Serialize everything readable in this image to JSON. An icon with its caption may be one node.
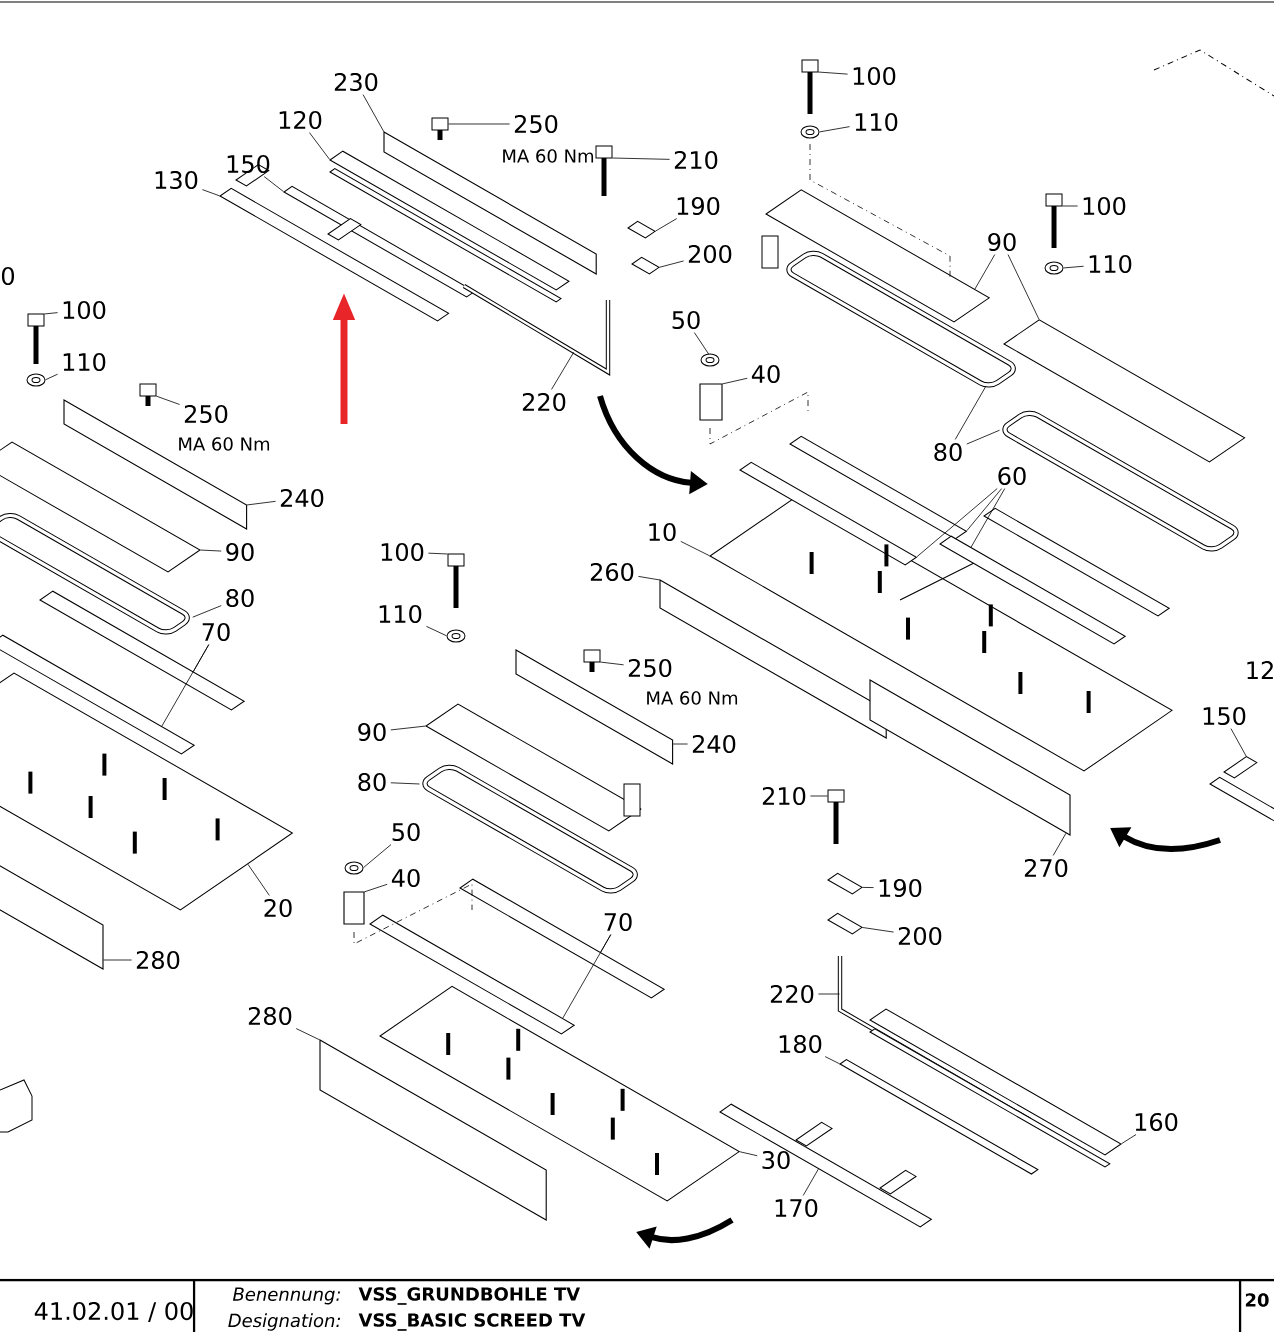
{
  "diagram": {
    "nodes": [
      {
        "text": [
          "230"
        ]
      },
      {
        "text": [
          "120"
        ]
      },
      {
        "text": [
          "150"
        ]
      },
      {
        "text": [
          "130"
        ]
      },
      {
        "text": [
          "250"
        ]
      },
      {
        "text": [
          "210"
        ]
      },
      {
        "text": [
          "190"
        ]
      },
      {
        "text": [
          "200"
        ]
      },
      {
        "text": [
          "220"
        ]
      },
      {
        "text": [
          "100"
        ]
      },
      {
        "text": [
          "110"
        ]
      },
      {
        "text": [
          "90"
        ]
      },
      {
        "text": [
          "100"
        ]
      },
      {
        "text": [
          "110"
        ]
      },
      {
        "text": [
          "50"
        ]
      },
      {
        "text": [
          "40"
        ]
      },
      {
        "text": [
          "80"
        ]
      },
      {
        "text": [
          "60"
        ]
      },
      {
        "text": [
          "10"
        ]
      },
      {
        "text": [
          "260"
        ]
      },
      {
        "text": [
          "150"
        ]
      },
      {
        "text": [
          "270"
        ]
      },
      {
        "text": [
          "100"
        ]
      },
      {
        "text": [
          "110"
        ]
      },
      {
        "text": [
          "250"
        ]
      },
      {
        "text": [
          "240"
        ]
      },
      {
        "text": [
          "90"
        ]
      },
      {
        "text": [
          "80"
        ]
      },
      {
        "text": [
          "70"
        ]
      },
      {
        "text": [
          "20"
        ]
      },
      {
        "text": [
          "280"
        ]
      },
      {
        "text": [
          "100"
        ]
      },
      {
        "text": [
          "110"
        ]
      },
      {
        "text": [
          "250"
        ]
      },
      {
        "text": [
          "240"
        ]
      },
      {
        "text": [
          "90"
        ]
      },
      {
        "text": [
          "80"
        ]
      },
      {
        "text": [
          "50"
        ]
      },
      {
        "text": [
          "40"
        ]
      },
      {
        "text": [
          "70"
        ]
      },
      {
        "text": [
          "280"
        ]
      },
      {
        "text": [
          "30"
        ]
      },
      {
        "text": [
          "210"
        ]
      },
      {
        "text": [
          "190"
        ]
      },
      {
        "text": [
          "200"
        ]
      },
      {
        "text": [
          "220"
        ]
      },
      {
        "text": [
          "180"
        ]
      },
      {
        "text": [
          "160"
        ]
      },
      {
        "text": [
          "170"
        ]
      },
      {
        "text": [],
        "shape": "box"
      },
      {
        "text": [],
        "shape": "picture"
      },
      {
        "text": [],
        "shape": "picture"
      },
      {
        "text": [],
        "shape": "picture"
      },
      {
        "text": [],
        "shape": "picture"
      },
      {
        "text": [],
        "shape": "picture"
      },
      {
        "text": [],
        "shape": "picture"
      },
      {
        "text": [],
        "shape": "picture"
      },
      {
        "text": [],
        "shape": "picture"
      },
      {
        "text": [],
        "shape": "picture"
      },
      {
        "text": [],
        "shape": "picture"
      },
      {
        "text": [],
        "shape": "picture"
      },
      {
        "text": [],
        "shape": "picture"
      },
      {
        "text": [],
        "shape": "picture"
      },
      {
        "text": [],
        "shape": "picture"
      },
      {
        "text": [],
        "shape": "picture"
      },
      {
        "text": [],
        "shape": "box"
      },
      {
        "text": [],
        "shape": "picture"
      },
      {
        "text": [],
        "shape": "picture"
      },
      {
        "text": [],
        "shape": "picture"
      },
      {
        "text": [],
        "shape": "picture"
      },
      {
        "text": [],
        "shape": "picture"
      },
      {
        "text": [],
        "shape": "picture"
      },
      {
        "text": [],
        "shape": "box"
      },
      {
        "text": [],
        "shape": "picture"
      },
      {
        "text": [],
        "shape": "box"
      },
      {
        "text": [],
        "shape": "picture"
      },
      {
        "text": [],
        "shape": "picture"
      },
      {
        "text": [],
        "shape": "picture"
      },
      {
        "text": [],
        "shape": "box"
      },
      {
        "text": [],
        "shape": "picture"
      },
      {
        "text": [],
        "shape": "picture"
      },
      {
        "text": [],
        "shape": "picture"
      },
      {
        "text": [],
        "shape": "picture"
      },
      {
        "text": [],
        "shape": "picture"
      },
      {
        "text": [],
        "shape": "box"
      },
      {
        "text": [],
        "shape": "picture"
      },
      {
        "text": [],
        "shape": "picture"
      },
      {
        "text": [],
        "shape": "picture"
      },
      {
        "text": [],
        "shape": "box"
      },
      {
        "text": [],
        "shape": "picture"
      },
      {
        "text": [],
        "shape": "picture"
      },
      {
        "text": [],
        "shape": "picture"
      },
      {
        "text": [],
        "shape": "box"
      },
      {
        "text": [],
        "shape": "picture"
      },
      {
        "text": [],
        "shape": "picture"
      },
      {
        "text": [],
        "shape": "box"
      },
      {
        "text": [],
        "shape": "picture"
      },
      {
        "text": [],
        "shape": "picture"
      },
      {
        "text": [],
        "shape": "picture"
      },
      {
        "text": [],
        "shape": "picture"
      },
      {
        "text": [],
        "shape": "picture"
      },
      {
        "text": [],
        "shape": "box"
      },
      {
        "text": [],
        "shape": "picture"
      },
      {
        "text": [],
        "shape": "picture"
      }
    ],
    "edges": [
      {
        "from": 0,
        "to": 49,
        "arrow": "none"
      },
      {
        "from": 1,
        "to": 50,
        "arrow": "none"
      },
      {
        "from": 2,
        "to": 51,
        "arrow": "none"
      },
      {
        "from": 3,
        "to": 52,
        "arrow": "none"
      },
      {
        "from": 4,
        "to": 53,
        "arrow": "none"
      },
      {
        "from": 5,
        "to": 54,
        "arrow": "none"
      },
      {
        "from": 6,
        "to": 55,
        "arrow": "none"
      },
      {
        "from": 7,
        "to": 56,
        "arrow": "none"
      },
      {
        "from": 8,
        "to": 57,
        "arrow": "none"
      },
      {
        "from": 9,
        "to": 58,
        "arrow": "none"
      },
      {
        "from": 10,
        "to": 59,
        "arrow": "none"
      },
      {
        "from": 11,
        "to": 60,
        "arrow": "none"
      },
      {
        "from": 11,
        "to": 61,
        "arrow": "none"
      },
      {
        "from": 12,
        "to": 62,
        "arrow": "none"
      },
      {
        "from": 13,
        "to": 63,
        "arrow": "none"
      },
      {
        "from": 14,
        "to": 64,
        "arrow": "none"
      },
      {
        "from": 15,
        "to": 65,
        "arrow": "none"
      },
      {
        "from": 16,
        "to": 66,
        "arrow": "none"
      },
      {
        "from": 16,
        "to": 67,
        "arrow": "none"
      },
      {
        "from": 17,
        "to": 68,
        "arrow": "none"
      },
      {
        "from": 17,
        "to": 69,
        "arrow": "none"
      },
      {
        "from": 17,
        "to": 70,
        "arrow": "none"
      },
      {
        "from": 18,
        "to": 71,
        "arrow": "none"
      },
      {
        "from": 19,
        "to": 72,
        "arrow": "none"
      },
      {
        "from": 20,
        "to": 73,
        "arrow": "none"
      },
      {
        "from": 21,
        "to": 74,
        "arrow": "none"
      },
      {
        "from": 22,
        "to": 75,
        "arrow": "none"
      },
      {
        "from": 23,
        "to": 76,
        "arrow": "none"
      },
      {
        "from": 24,
        "to": 77,
        "arrow": "none"
      },
      {
        "from": 25,
        "to": 78,
        "arrow": "none"
      },
      {
        "from": 26,
        "to": 79,
        "arrow": "none"
      },
      {
        "from": 27,
        "to": 80,
        "arrow": "none"
      },
      {
        "from": 28,
        "to": 81,
        "arrow": "none"
      },
      {
        "from": 28,
        "to": 82,
        "arrow": "none"
      },
      {
        "from": 29,
        "to": 83,
        "arrow": "none"
      },
      {
        "from": 30,
        "to": 84,
        "arrow": "none"
      },
      {
        "from": 31,
        "to": 85,
        "arrow": "none"
      },
      {
        "from": 32,
        "to": 86,
        "arrow": "none"
      },
      {
        "from": 33,
        "to": 87,
        "arrow": "none"
      },
      {
        "from": 34,
        "to": 88,
        "arrow": "none"
      },
      {
        "from": 35,
        "to": 89,
        "arrow": "none"
      },
      {
        "from": 36,
        "to": 90,
        "arrow": "none"
      },
      {
        "from": 37,
        "to": 91,
        "arrow": "none"
      },
      {
        "from": 38,
        "to": 92,
        "arrow": "none"
      },
      {
        "from": 39,
        "to": 93,
        "arrow": "none"
      },
      {
        "from": 39,
        "to": 94,
        "arrow": "none"
      },
      {
        "from": 40,
        "to": 95,
        "arrow": "none"
      },
      {
        "from": 41,
        "to": 96,
        "arrow": "none"
      },
      {
        "from": 42,
        "to": 97,
        "arrow": "none"
      },
      {
        "from": 43,
        "to": 98,
        "arrow": "none"
      },
      {
        "from": 44,
        "to": 99,
        "arrow": "none"
      },
      {
        "from": 45,
        "to": 100,
        "arrow": "none"
      },
      {
        "from": 46,
        "to": 101,
        "arrow": "none"
      },
      {
        "from": 47,
        "to": 102,
        "arrow": "none"
      },
      {
        "from": 48,
        "to": 103,
        "arrow": "none"
      },
      {
        "from": null,
        "to": 52,
        "arrow": "to",
        "style": "thick",
        "color": "#e8262a"
      }
    ],
    "labels": [
      "MA 60 Nm",
      "0",
      "MA 60 Nm",
      "12",
      "MA 60 Nm",
      "41.02.01 / 00",
      "Benennung:",
      "VSS_GRUNDBOHLE TV",
      "Designation:",
      "VSS_BASIC SCREED TV",
      "20"
    ]
  }
}
